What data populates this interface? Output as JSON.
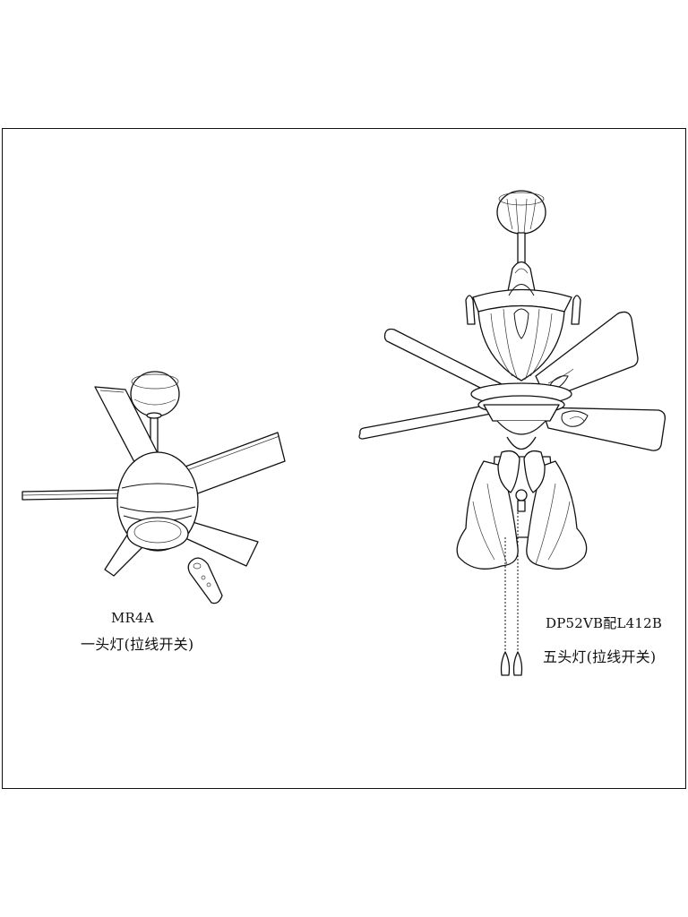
{
  "fan_left": {
    "model": "MR4A",
    "description": "一头灯(拉线开关)"
  },
  "fan_right": {
    "model": "DP52VB配L412B",
    "description": "五头灯(拉线开关)"
  }
}
